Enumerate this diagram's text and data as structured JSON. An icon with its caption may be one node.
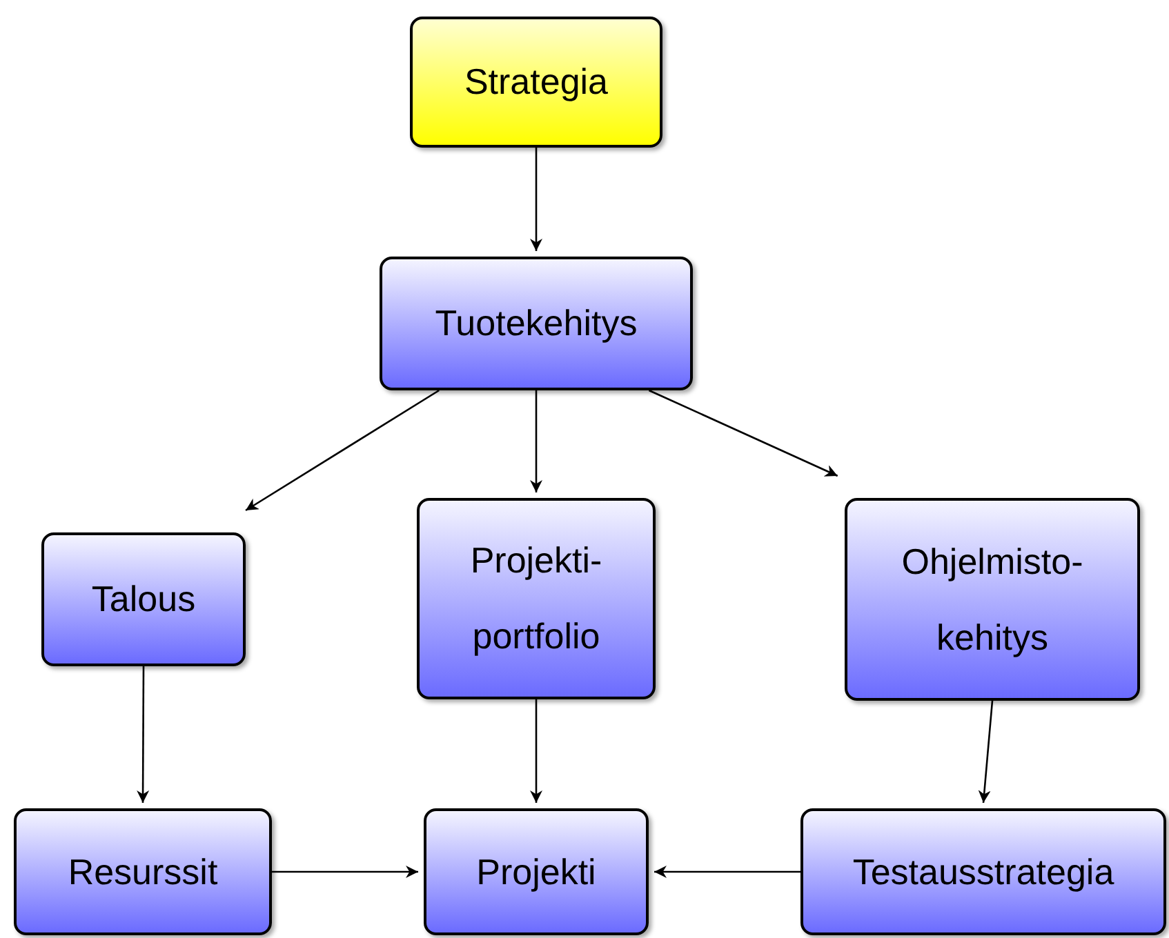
{
  "diagram": {
    "nodes": [
      {
        "text": [
          "Strategia"
        ]
      },
      {
        "text": [
          "Tuotekehitys"
        ]
      },
      {
        "text": [
          "Talous"
        ]
      },
      {
        "text": [
          "Projekti- portfolio"
        ]
      },
      {
        "text": [
          "Ohjelmisto- kehitys"
        ]
      },
      {
        "text": [
          "Resurssit"
        ]
      },
      {
        "text": [
          "Projekti"
        ]
      },
      {
        "text": [
          "Testausstrategia"
        ]
      }
    ],
    "edges": [
      {
        "from": 0,
        "to": 1,
        "arrow": "to"
      },
      {
        "from": 1,
        "to": 2,
        "arrow": "to"
      },
      {
        "from": 1,
        "to": 3,
        "arrow": "to"
      },
      {
        "from": 1,
        "to": 4,
        "arrow": "to"
      },
      {
        "from": 2,
        "to": 5,
        "arrow": "to"
      },
      {
        "from": 3,
        "to": 6,
        "arrow": "to"
      },
      {
        "from": 4,
        "to": 7,
        "arrow": "to"
      },
      {
        "from": 5,
        "to": 6,
        "arrow": "to"
      },
      {
        "from": 7,
        "to": 6,
        "arrow": "to"
      }
    ]
  }
}
